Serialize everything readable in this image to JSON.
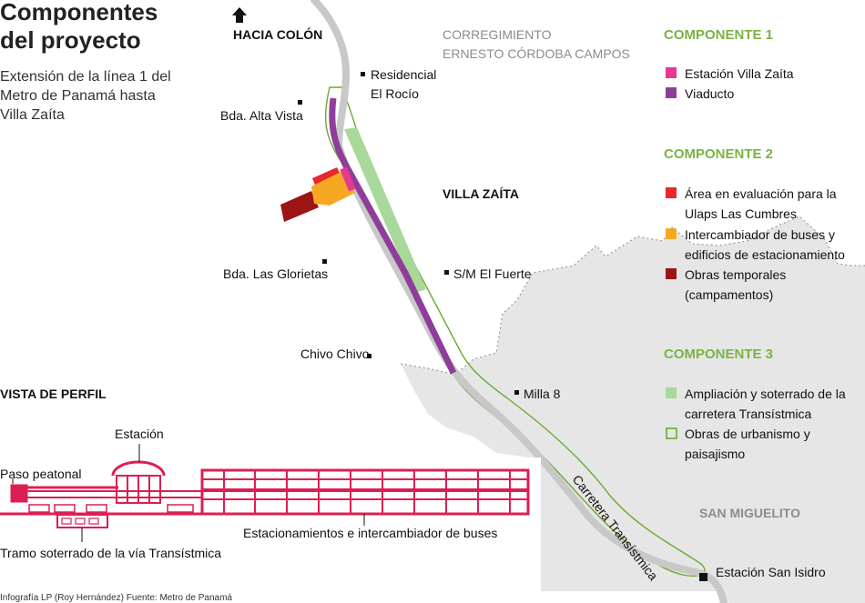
{
  "header": {
    "title_line1": "Componentes",
    "title_line2": "del proyecto",
    "subtitle_line1": "Extensión de la línea 1 del",
    "subtitle_line2": "Metro de Panamá hasta",
    "subtitle_line3": "Villa Zaíta"
  },
  "map_labels": {
    "hacia_colon": "HACIA COLÓN",
    "corregimiento_line1": "CORREGIMIENTO",
    "corregimiento_line2": "ERNESTO CÓRDOBA CAMPOS",
    "residencial_line1": "Residencial",
    "residencial_line2": "El Rocío",
    "alta_vista": "Bda. Alta Vista",
    "villa_zaita": "VILLA ZAÍTA",
    "las_glorietas": "Bda. Las Glorietas",
    "el_fuerte": "S/M El Fuerte",
    "chivo_chivo": "Chivo Chivo",
    "milla_8": "Milla 8",
    "carretera": "Carretera Transístmica",
    "san_miguelito": "SAN MIGUELITO",
    "estacion_san_isidro": "Estación San Isidro"
  },
  "legend": {
    "componente1": {
      "title": "COMPONENTE 1",
      "items": [
        {
          "label": "Estación Villa Zaíta",
          "color": "#e5398f"
        },
        {
          "label": "Viaducto",
          "color": "#8e3d9b"
        }
      ]
    },
    "componente2": {
      "title": "COMPONENTE 2",
      "items": [
        {
          "line1": "Área en evaluación para la",
          "line2": "Ulaps Las Cumbres",
          "color": "#e8262d"
        },
        {
          "line1": "Intercambiador de buses y",
          "line2": "edificios de estacionamiento",
          "color": "#f7a823"
        },
        {
          "line1": "Obras temporales",
          "line2": "(campamentos)",
          "color": "#9c1414"
        }
      ]
    },
    "componente3": {
      "title": "COMPONENTE 3",
      "items": [
        {
          "line1": "Ampliación y soterrado de la",
          "line2": "carretera Transístmica",
          "color": "#a9d89b"
        },
        {
          "line1": "Obras de urbanismo y",
          "line2": "paisajismo",
          "color": "#7ab343"
        }
      ]
    }
  },
  "profile": {
    "title": "VISTA DE PERFIL",
    "estacion": "Estación",
    "paso_peatonal": "Paso peatonal",
    "estacionamientos": "Estacionamientos e intercambiador de buses",
    "tramo": "Tramo soterrado de la vía Transístmica",
    "color": "#dc1f52"
  },
  "footer": "Infografía LP (Roy Hernández) Fuente: Metro de Panamá",
  "colors": {
    "terrain": "#e6e6e6",
    "road": "#c8c8c8",
    "green_outline": "#6aaa2e"
  }
}
